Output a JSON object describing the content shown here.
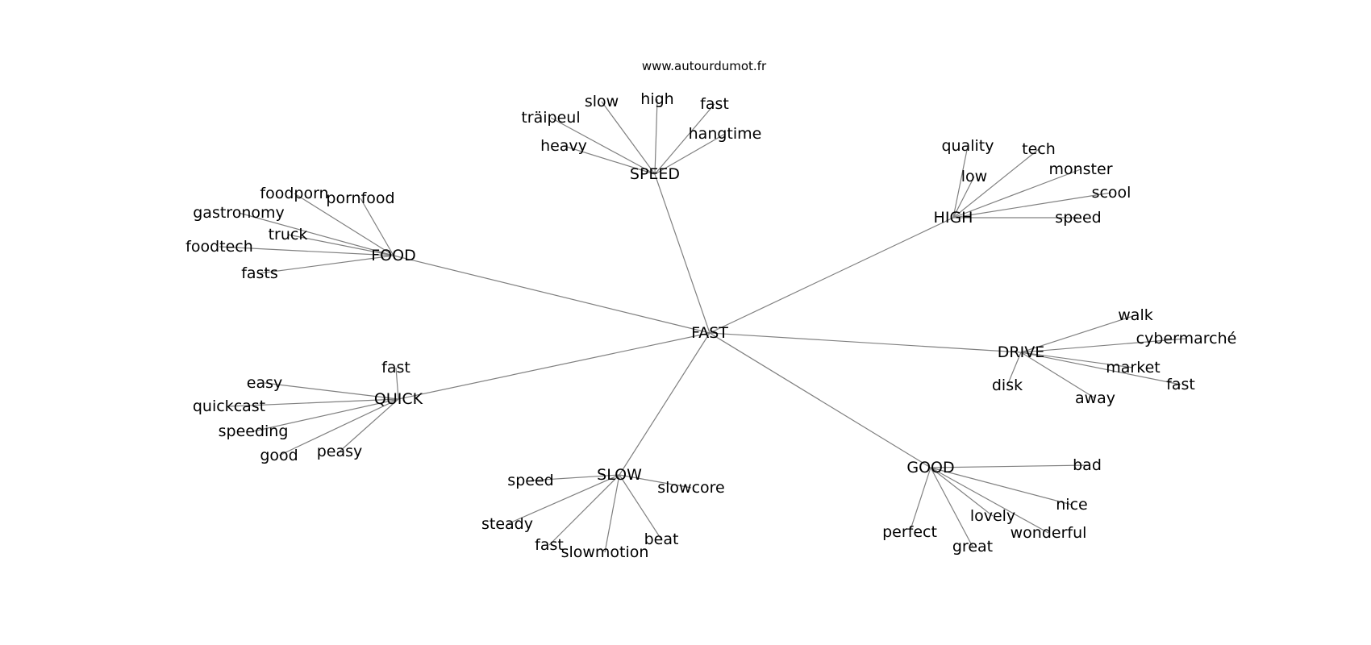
{
  "site": "www.autourdumot.fr",
  "center": "FAST",
  "clusters": [
    {
      "id": "speed",
      "label": "SPEED",
      "words": [
        "slow",
        "high",
        "fast",
        "träipeul",
        "hangtime",
        "heavy"
      ]
    },
    {
      "id": "high",
      "label": "HIGH",
      "words": [
        "quality",
        "tech",
        "monster",
        "low",
        "scool",
        "speed"
      ]
    },
    {
      "id": "food",
      "label": "FOOD",
      "words": [
        "foodporn",
        "pornfood",
        "gastronomy",
        "truck",
        "foodtech",
        "fasts"
      ]
    },
    {
      "id": "drive",
      "label": "DRIVE",
      "words": [
        "walk",
        "cybermarché",
        "market",
        "disk",
        "fast",
        "away"
      ]
    },
    {
      "id": "quick",
      "label": "QUICK",
      "words": [
        "fast",
        "easy",
        "quickcast",
        "speeding",
        "good",
        "peasy"
      ]
    },
    {
      "id": "slow",
      "label": "SLOW",
      "words": [
        "speed",
        "slowcore",
        "steady",
        "beat",
        "fast",
        "slowmotion"
      ]
    },
    {
      "id": "good",
      "label": "GOOD",
      "words": [
        "bad",
        "nice",
        "lovely",
        "wonderful",
        "perfect",
        "great"
      ]
    }
  ]
}
